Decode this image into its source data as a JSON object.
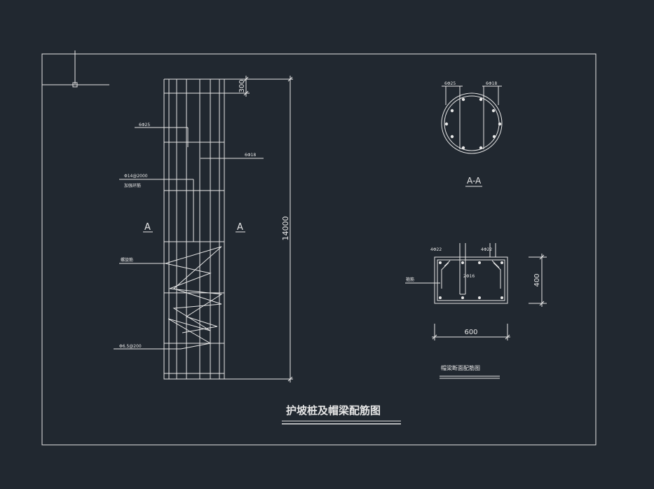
{
  "drawing": {
    "title": "护坡桩及帽梁配筋图",
    "pile": {
      "top_dim": "300",
      "height_dim": "14000",
      "label_main_bar": "6Φ25",
      "label_secondary_bar": "6Φ18",
      "label_stirrup_line1": "Φ14@2000",
      "label_stirrup_line2": "加强环筋",
      "label_spiral": "螺旋筋",
      "label_spiral_spec": "Φ6.5@200",
      "section_mark_left": "A",
      "section_mark_right": "A"
    },
    "section_aa": {
      "title": "A-A",
      "label_left": "6Φ25",
      "label_right": "6Φ18"
    },
    "cap_beam": {
      "width_dim": "600",
      "height_dim": "400",
      "label_top_left": "4Φ22",
      "label_top_right": "4Φ22",
      "label_middle": "2Φ16",
      "label_stirrup": "箍筋",
      "caption": "帽梁断面配筋图"
    }
  }
}
